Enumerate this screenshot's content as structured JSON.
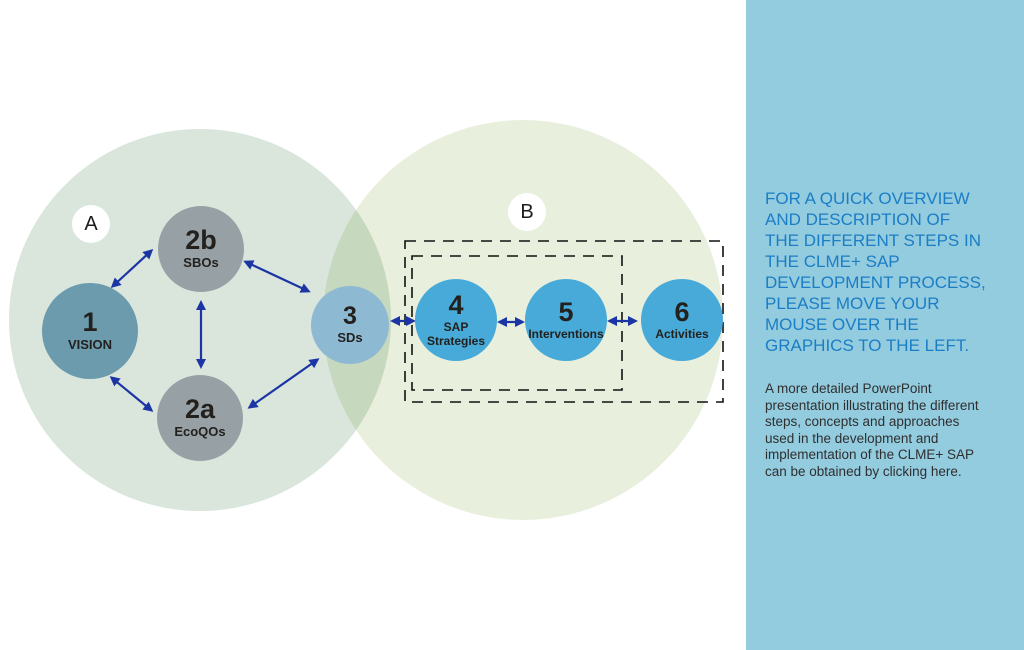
{
  "colors": {
    "page_bg": "#ffffff",
    "sidebar_bg": "#93cbdf",
    "heading_text": "#1b7ec5",
    "body_text": "#2f2f2f",
    "group_a_fill": "#dae6dc",
    "group_b_fill": "#e8f0dd",
    "group_label_bg": "#ffffff",
    "group_label_text": "#1d1d1b",
    "node_text": "#23211e",
    "node_1_fill": "#6b9bad",
    "node_2_fill": "#97a0a4",
    "node_3_fill": "#8db9d3",
    "node_456_fill": "#47aad8",
    "arrow": "#1c35a4",
    "dashed_box": "#111111"
  },
  "diagram": {
    "group_a_label": "A",
    "group_b_label": "B",
    "nodes": [
      {
        "number": "1",
        "label": "VISION"
      },
      {
        "number": "2b",
        "label": "SBOs"
      },
      {
        "number": "2a",
        "label": "EcoQOs"
      },
      {
        "number": "3",
        "label": "SDs"
      },
      {
        "number": "4",
        "label": "SAP Strategies"
      },
      {
        "number": "5",
        "label": "Interventions"
      },
      {
        "number": "6",
        "label": "Activities"
      }
    ]
  },
  "sidebar": {
    "heading": "FOR A QUICK OVERVIEW\nAND DESCRIPTION OF\nTHE DIFFERENT STEPS IN\nTHE CLME+ SAP\nDEVELOPMENT PROCESS,\nPLEASE MOVE YOUR\nMOUSE OVER THE\nGRAPHICS TO THE LEFT.",
    "body": "A more detailed PowerPoint\npresentation illustrating the different\nsteps, concepts and approaches\nused in the development and\nimplementation of the CLME+ SAP\ncan be obtained by clicking here."
  }
}
